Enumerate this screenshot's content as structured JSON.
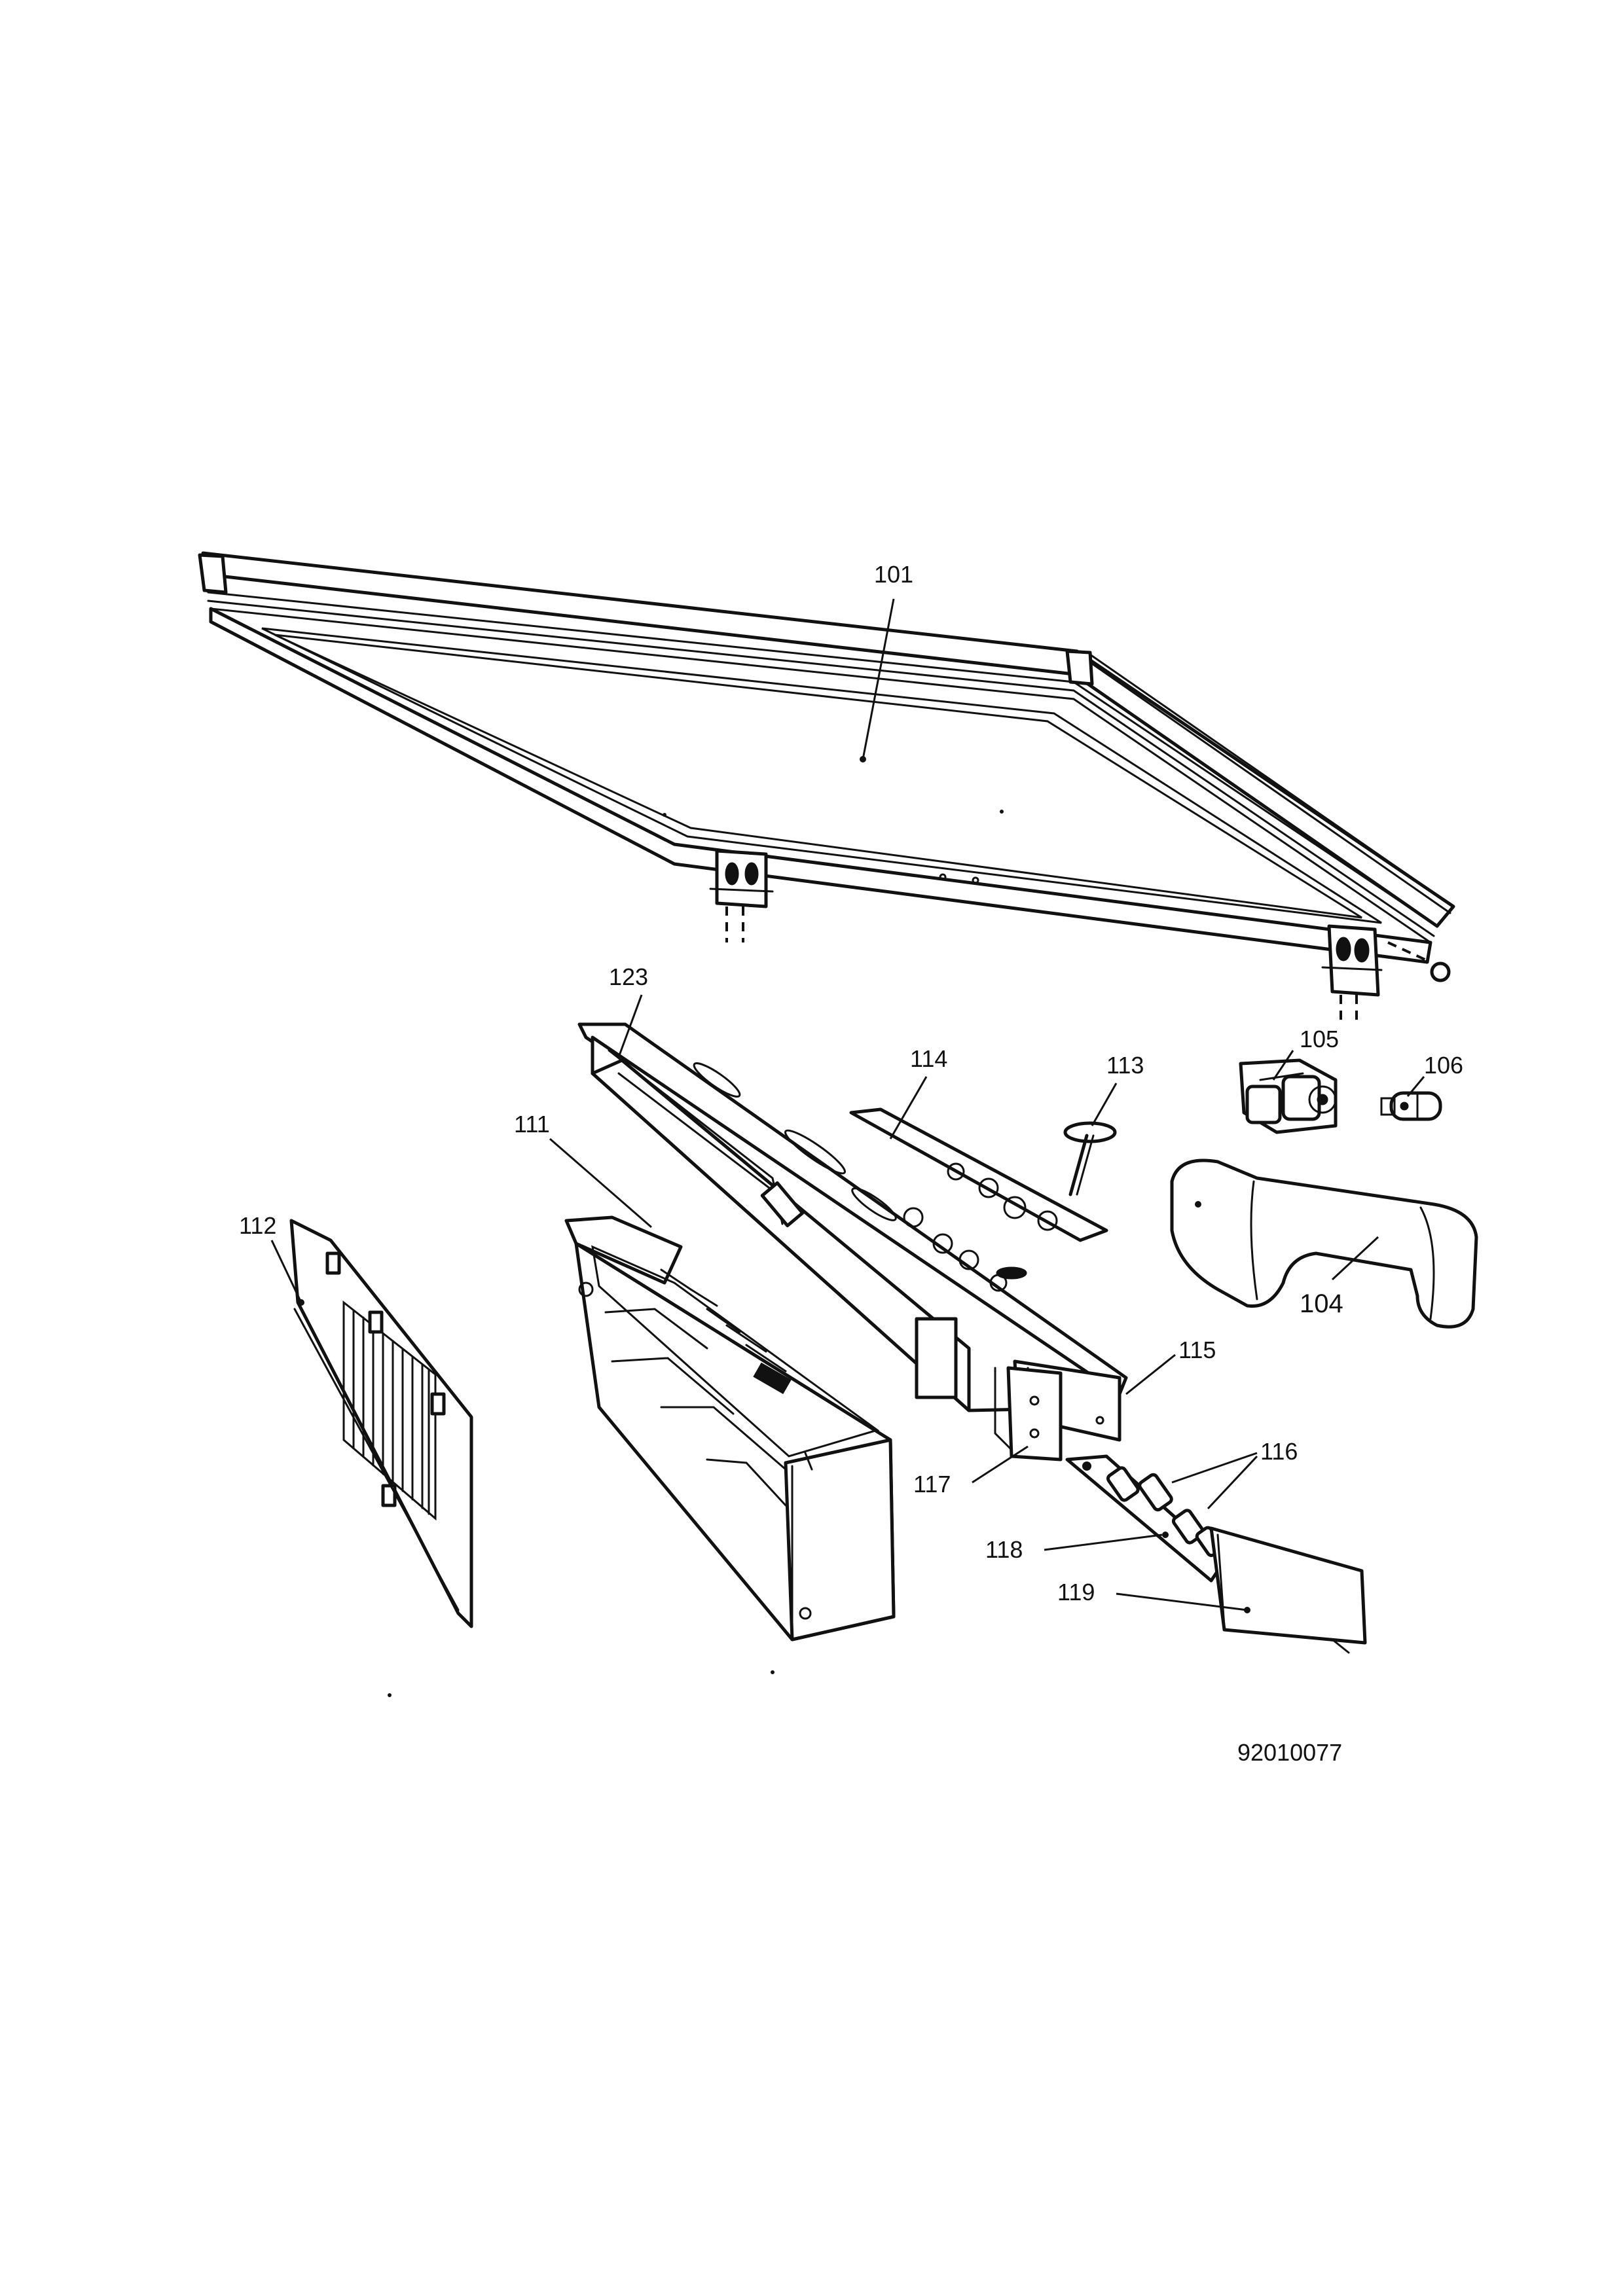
{
  "labels": {
    "p101": "101",
    "p104": "104",
    "p105": "105",
    "p106": "106",
    "p111": "111",
    "p112": "112",
    "p113": "113",
    "p114": "114",
    "p115": "115",
    "p116": "116",
    "p117": "117",
    "p118": "118",
    "p119": "119",
    "p123": "123"
  },
  "drawing_number": "92010077"
}
